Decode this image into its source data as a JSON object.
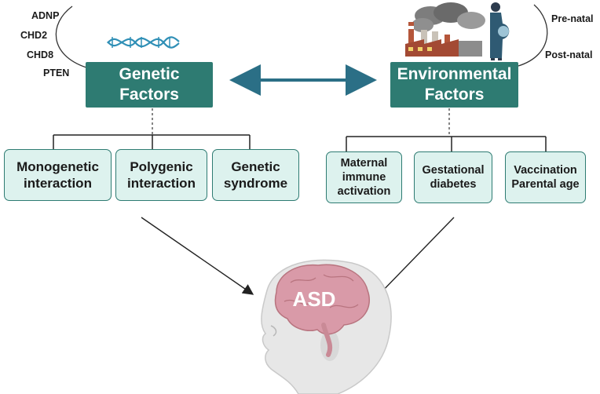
{
  "genes": [
    "ADNP",
    "CHD2",
    "CHD8",
    "PTEN"
  ],
  "timing": [
    "Pre-natal",
    "Post-natal"
  ],
  "genetic": {
    "title": "Genetic Factors",
    "children": [
      "Monogenetic interaction",
      "Polygenic interaction",
      "Genetic syndrome"
    ]
  },
  "environmental": {
    "title": "Environmental Factors",
    "children": [
      "Maternal immune activation",
      "Gestational diabetes",
      "Vaccination Parental age"
    ]
  },
  "outcome": "ASD",
  "colors": {
    "header_fill": "#2e7b72",
    "child_fill": "#ddf2ee",
    "child_border": "#2e7b72",
    "double_arrow": "#2b6f86",
    "brain": "#d99aa8"
  },
  "icons": [
    "dna-icon",
    "factory-icon",
    "pregnant-woman-icon",
    "baby-head-icon",
    "brain-icon"
  ]
}
